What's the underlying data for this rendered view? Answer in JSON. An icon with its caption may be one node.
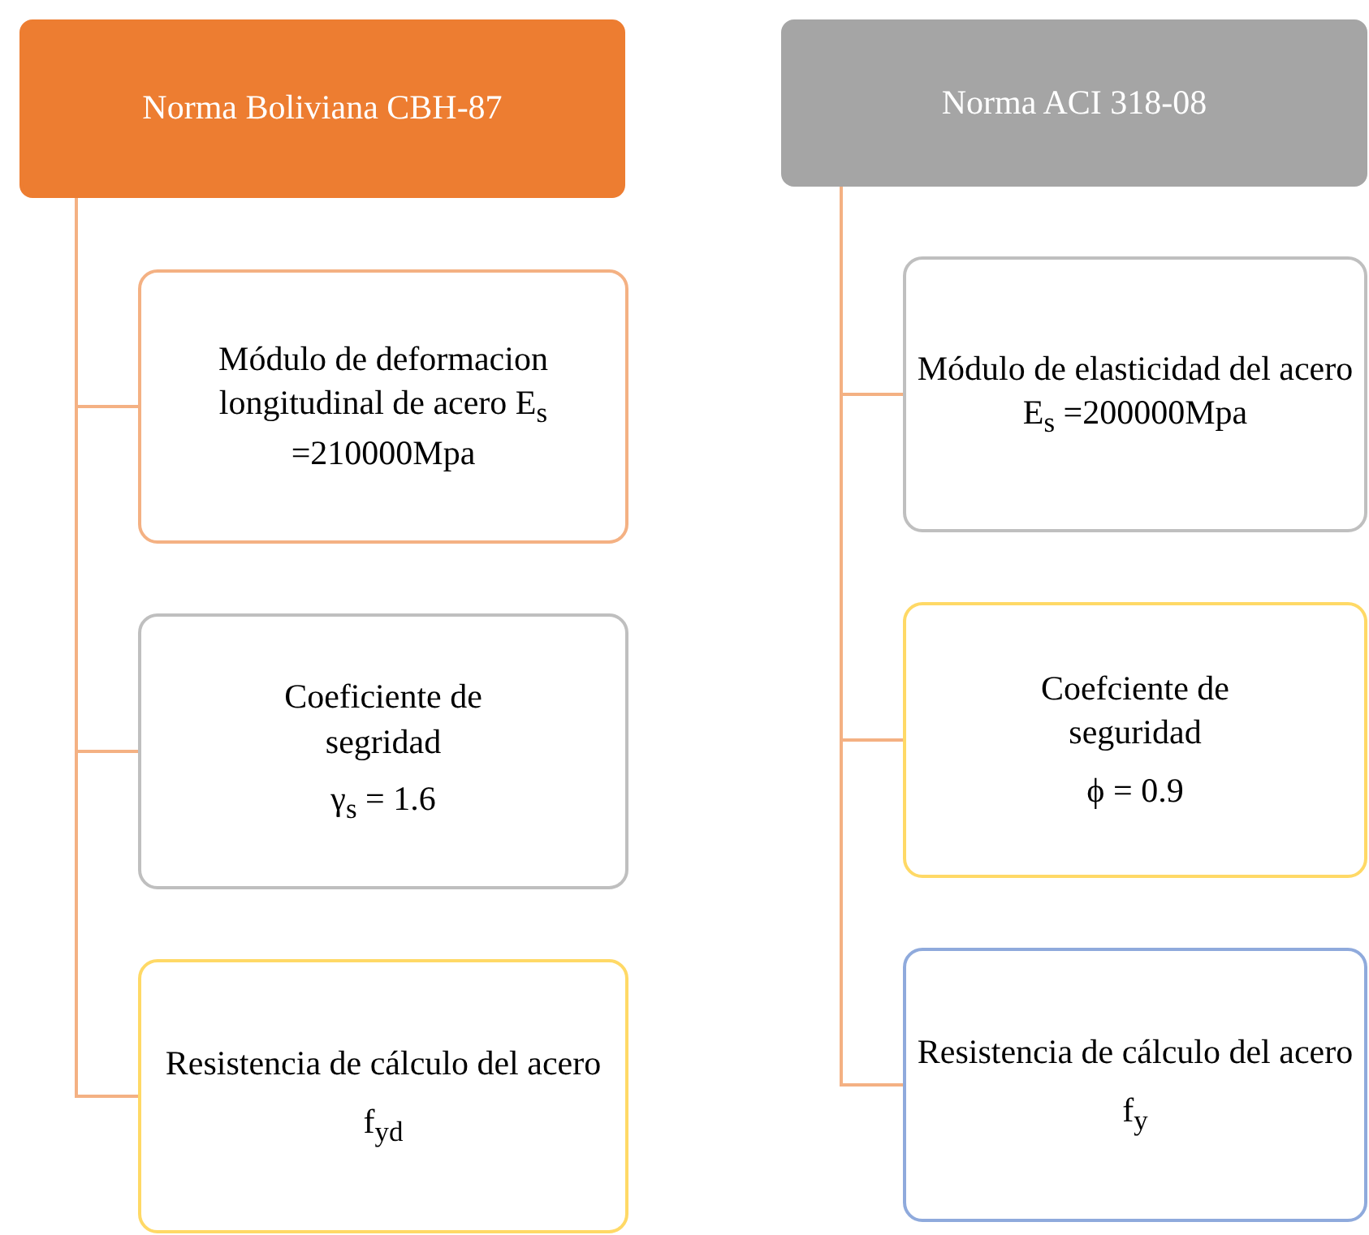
{
  "diagram": {
    "nodes": [
      {
        "text": [
          "Norma Boliviana CBH-87"
        ]
      },
      {
        "text": [
          "Módulo de deformacion longitudinal de acero E$_{s}$ =210000Mpa"
        ]
      },
      {
        "text": [
          "Coeficiente de segridad",
          "γ$_{s}$ = 1.6"
        ]
      },
      {
        "text": [
          "Resistencia de cálculo del acero",
          "f$_{yd}$"
        ]
      },
      {
        "text": [
          "Norma ACI 318-08"
        ]
      },
      {
        "text": [
          "Módulo de elasticidad del acero E$_{s}$ =200000Mpa"
        ]
      },
      {
        "text": [
          "Coefciente de seguridad",
          "ϕ = 0.9"
        ]
      },
      {
        "text": [
          "Resistencia de cálculo del acero",
          "f$_{y}$"
        ]
      }
    ],
    "edges": [
      {
        "from": 0,
        "to": 1,
        "arrow": "none"
      },
      {
        "from": 0,
        "to": 2,
        "arrow": "none"
      },
      {
        "from": 0,
        "to": 3,
        "arrow": "none"
      },
      {
        "from": 4,
        "to": 5,
        "arrow": "none"
      },
      {
        "from": 4,
        "to": 6,
        "arrow": "none"
      },
      {
        "from": 4,
        "to": 7,
        "arrow": "none"
      }
    ]
  }
}
